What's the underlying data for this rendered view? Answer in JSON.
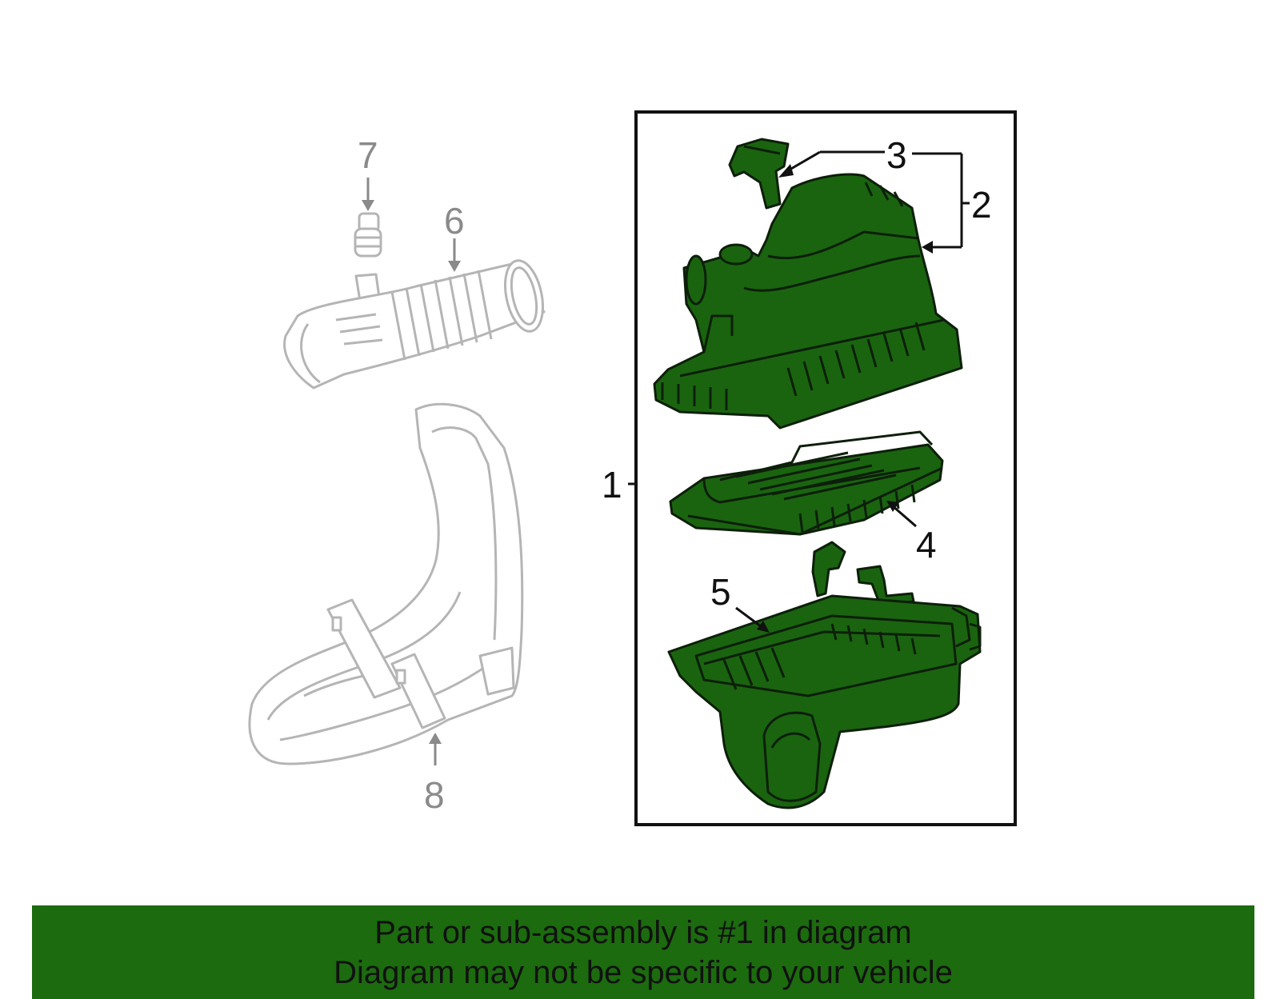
{
  "diagram": {
    "callouts": {
      "c1": "1",
      "c2": "2",
      "c3": "3",
      "c4": "4",
      "c5": "5",
      "c6": "6",
      "c7": "7",
      "c8": "8"
    },
    "colors": {
      "highlight_part": "#1a6410",
      "ghost_part": "#b5b5b5",
      "banner": "#1c6b0f"
    }
  },
  "banner": {
    "line1": "Part or sub-assembly is #1 in diagram",
    "line2": "Diagram may not be specific to your vehicle"
  }
}
